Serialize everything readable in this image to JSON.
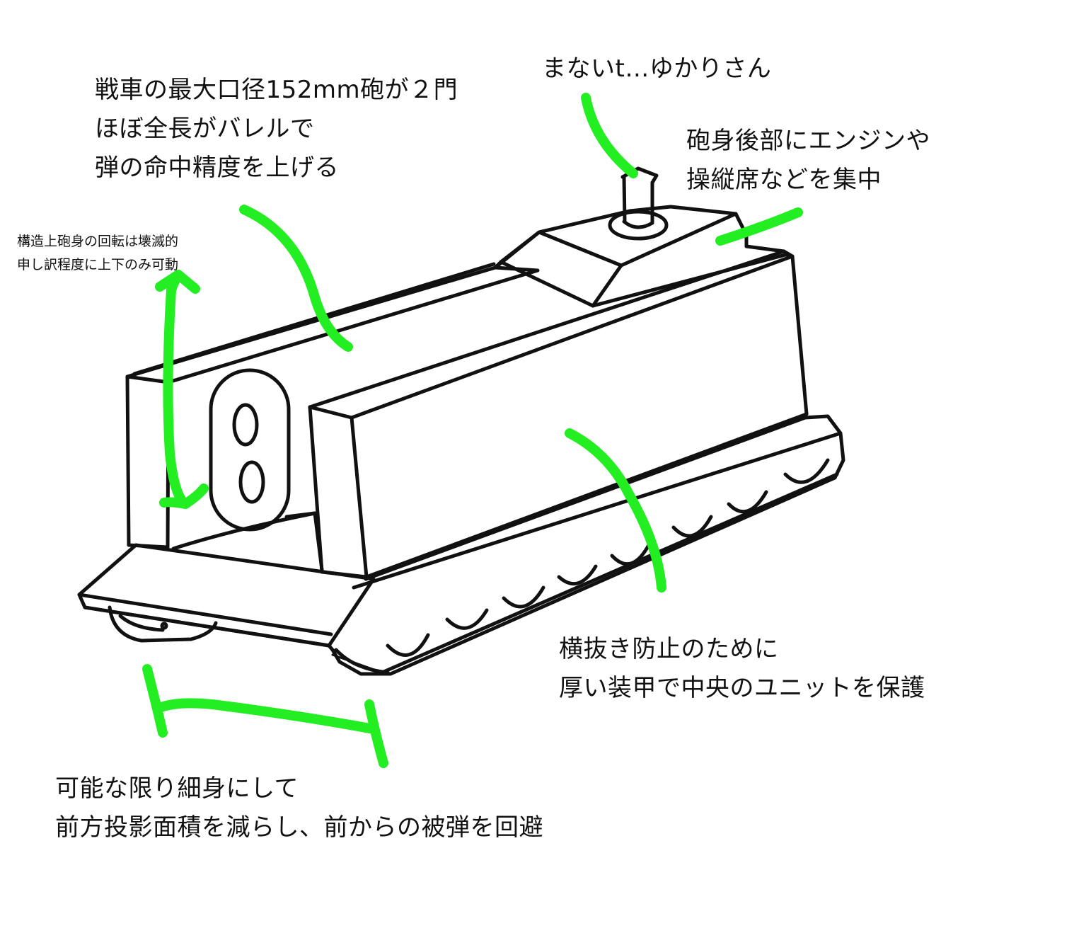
{
  "annotations": {
    "barrels": {
      "lines": [
        "戦車の最大口径152mm砲が２門",
        "ほぼ全長がバレルで",
        "弾の命中精度を上げる"
      ]
    },
    "crew": {
      "lines": [
        "まないt…ゆかりさん"
      ]
    },
    "engine": {
      "lines": [
        "砲身後部にエンジンや",
        "操縦席などを集中"
      ]
    },
    "rotation": {
      "lines": [
        "構造上砲身の回転は壊滅的",
        "申し訳程度に上下のみ可動"
      ]
    },
    "armor": {
      "lines": [
        "横抜き防止のために",
        "厚い装甲で中央のユニットを保護"
      ]
    },
    "profile": {
      "lines": [
        "可能な限り細身にして",
        "前方投影面積を減らし、前からの被弾を回避"
      ]
    }
  },
  "colors": {
    "ink": "#111111",
    "marker": "#22ee22",
    "paper": "#ffffff"
  }
}
